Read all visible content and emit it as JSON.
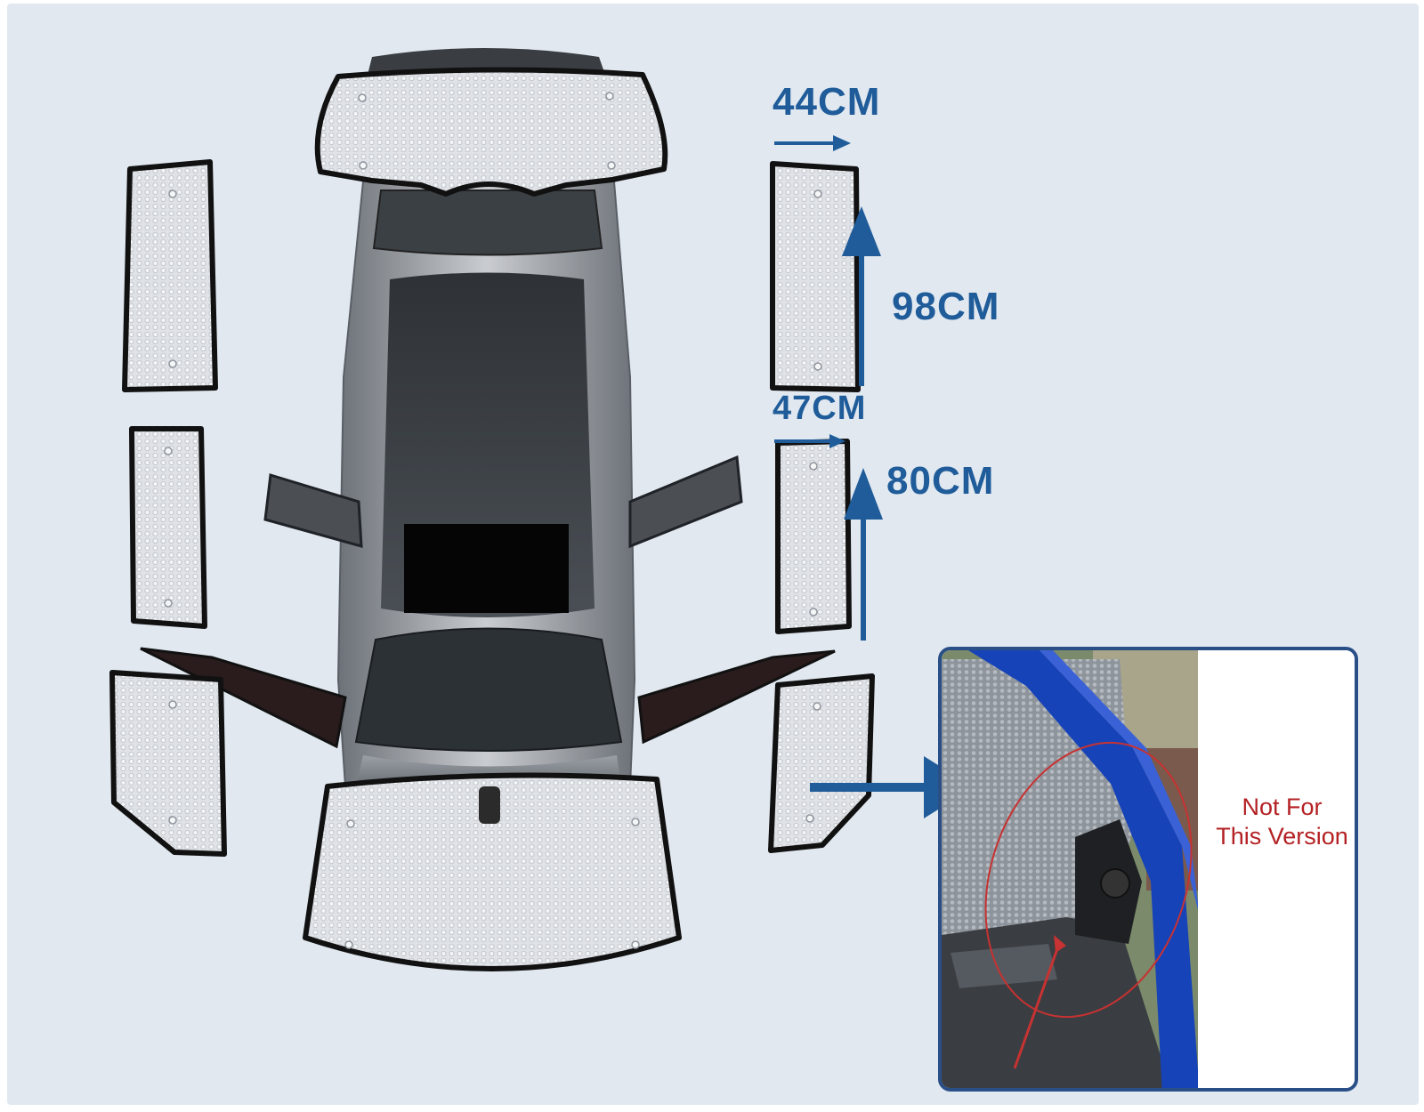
{
  "dimensions": {
    "rear_side_width": "44CM",
    "rear_side_height": "98CM",
    "rear_door_width": "47CM",
    "rear_door_height": "80CM"
  },
  "inset": {
    "note": "Not For\nThis Version"
  },
  "colors": {
    "background": "#e1e8f0",
    "accent_blue": "#1f5c99",
    "note_red": "#b42124",
    "panel_fill": "#dfe2e6",
    "panel_border": "#111111"
  }
}
